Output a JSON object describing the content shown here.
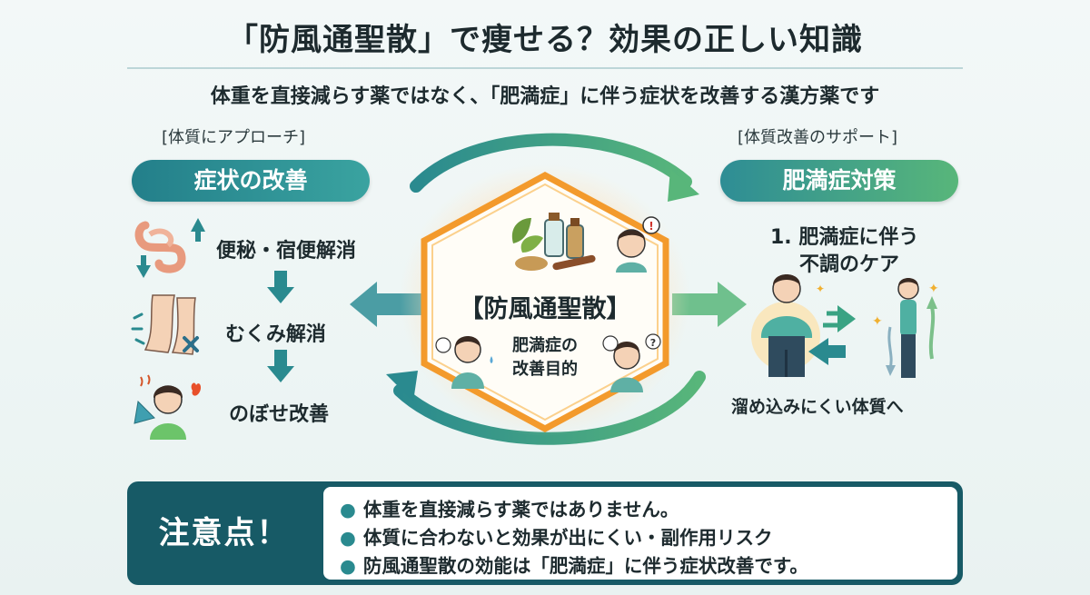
{
  "title": "「防風通聖散」で痩せる？効果の正しい知識",
  "subtitle": "体重を直接減らす薬ではなく、「肥満症」に伴う症状を改善する漢方薬です",
  "left": {
    "bracket": "[体質にアプローチ]",
    "pill": "症状の改善",
    "items": [
      "便秘・宿便解消",
      "むくみ解消",
      "のぼせ改善"
    ]
  },
  "center": {
    "name": "【防風通聖散】",
    "purpose_line1": "肥満症の",
    "purpose_line2": "改善目的"
  },
  "right": {
    "bracket": "[体質改善のサポート]",
    "pill": "肥満症対策",
    "line1": "1. 肥満症に伴う",
    "line2": "不調のケア",
    "caption": "溜め込みにくい体質へ"
  },
  "warning": {
    "label": "注意点！",
    "bullets": [
      "体重を直接減らす薬ではありません。",
      "体質に合わないと効果が出にくい・副作用リスク",
      "防風通聖散の効能は「肥満症」に伴う症状改善です。"
    ]
  },
  "colors": {
    "teal_dark": "#175a66",
    "teal": "#2a8a8f",
    "green": "#58b67a",
    "orange": "#f39a2c"
  }
}
